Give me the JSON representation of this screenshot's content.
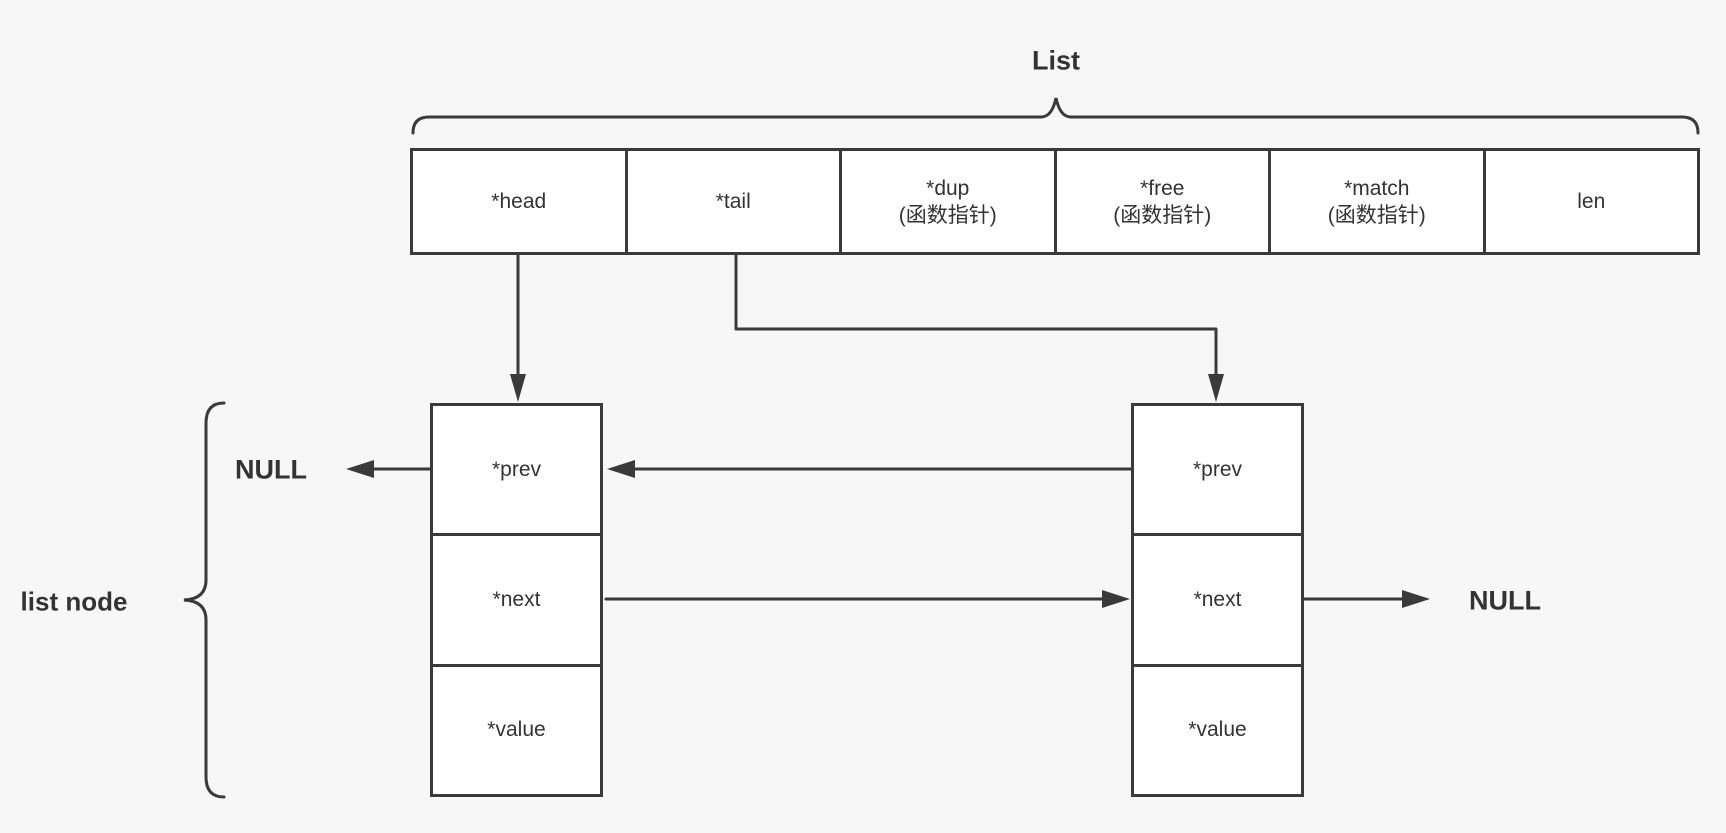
{
  "title": "List",
  "colors": {
    "background": "#f7f7f7",
    "line": "#3a3a3a",
    "box_fill": "#ffffff",
    "text": "#333333"
  },
  "header": {
    "brace_label": "List",
    "cells": [
      {
        "line1": "*head"
      },
      {
        "line1": "*tail"
      },
      {
        "line1": "*dup",
        "line2": "(函数指针)"
      },
      {
        "line1": "*free",
        "line2": "(函数指针)"
      },
      {
        "line1": "*match",
        "line2": "(函数指针)"
      },
      {
        "line1": "len"
      }
    ]
  },
  "nodes": {
    "brace_label": "list node",
    "left": {
      "rows": [
        "*prev",
        "*next",
        "*value"
      ]
    },
    "right": {
      "rows": [
        "*prev",
        "*next",
        "*value"
      ]
    }
  },
  "terminals": {
    "null_left": "NULL",
    "null_right": "NULL"
  },
  "arrows": [
    {
      "name": "head-to-left-node",
      "from": "List.*head",
      "to": "left node"
    },
    {
      "name": "tail-to-right-node",
      "from": "List.*tail",
      "to": "right node"
    },
    {
      "name": "left-prev-to-null",
      "from": "left node.*prev",
      "to": "NULL"
    },
    {
      "name": "right-prev-to-left-node",
      "from": "right node.*prev",
      "to": "left node"
    },
    {
      "name": "left-next-to-right-node",
      "from": "left node.*next",
      "to": "right node"
    },
    {
      "name": "right-next-to-null",
      "from": "right node.*next",
      "to": "NULL"
    }
  ]
}
